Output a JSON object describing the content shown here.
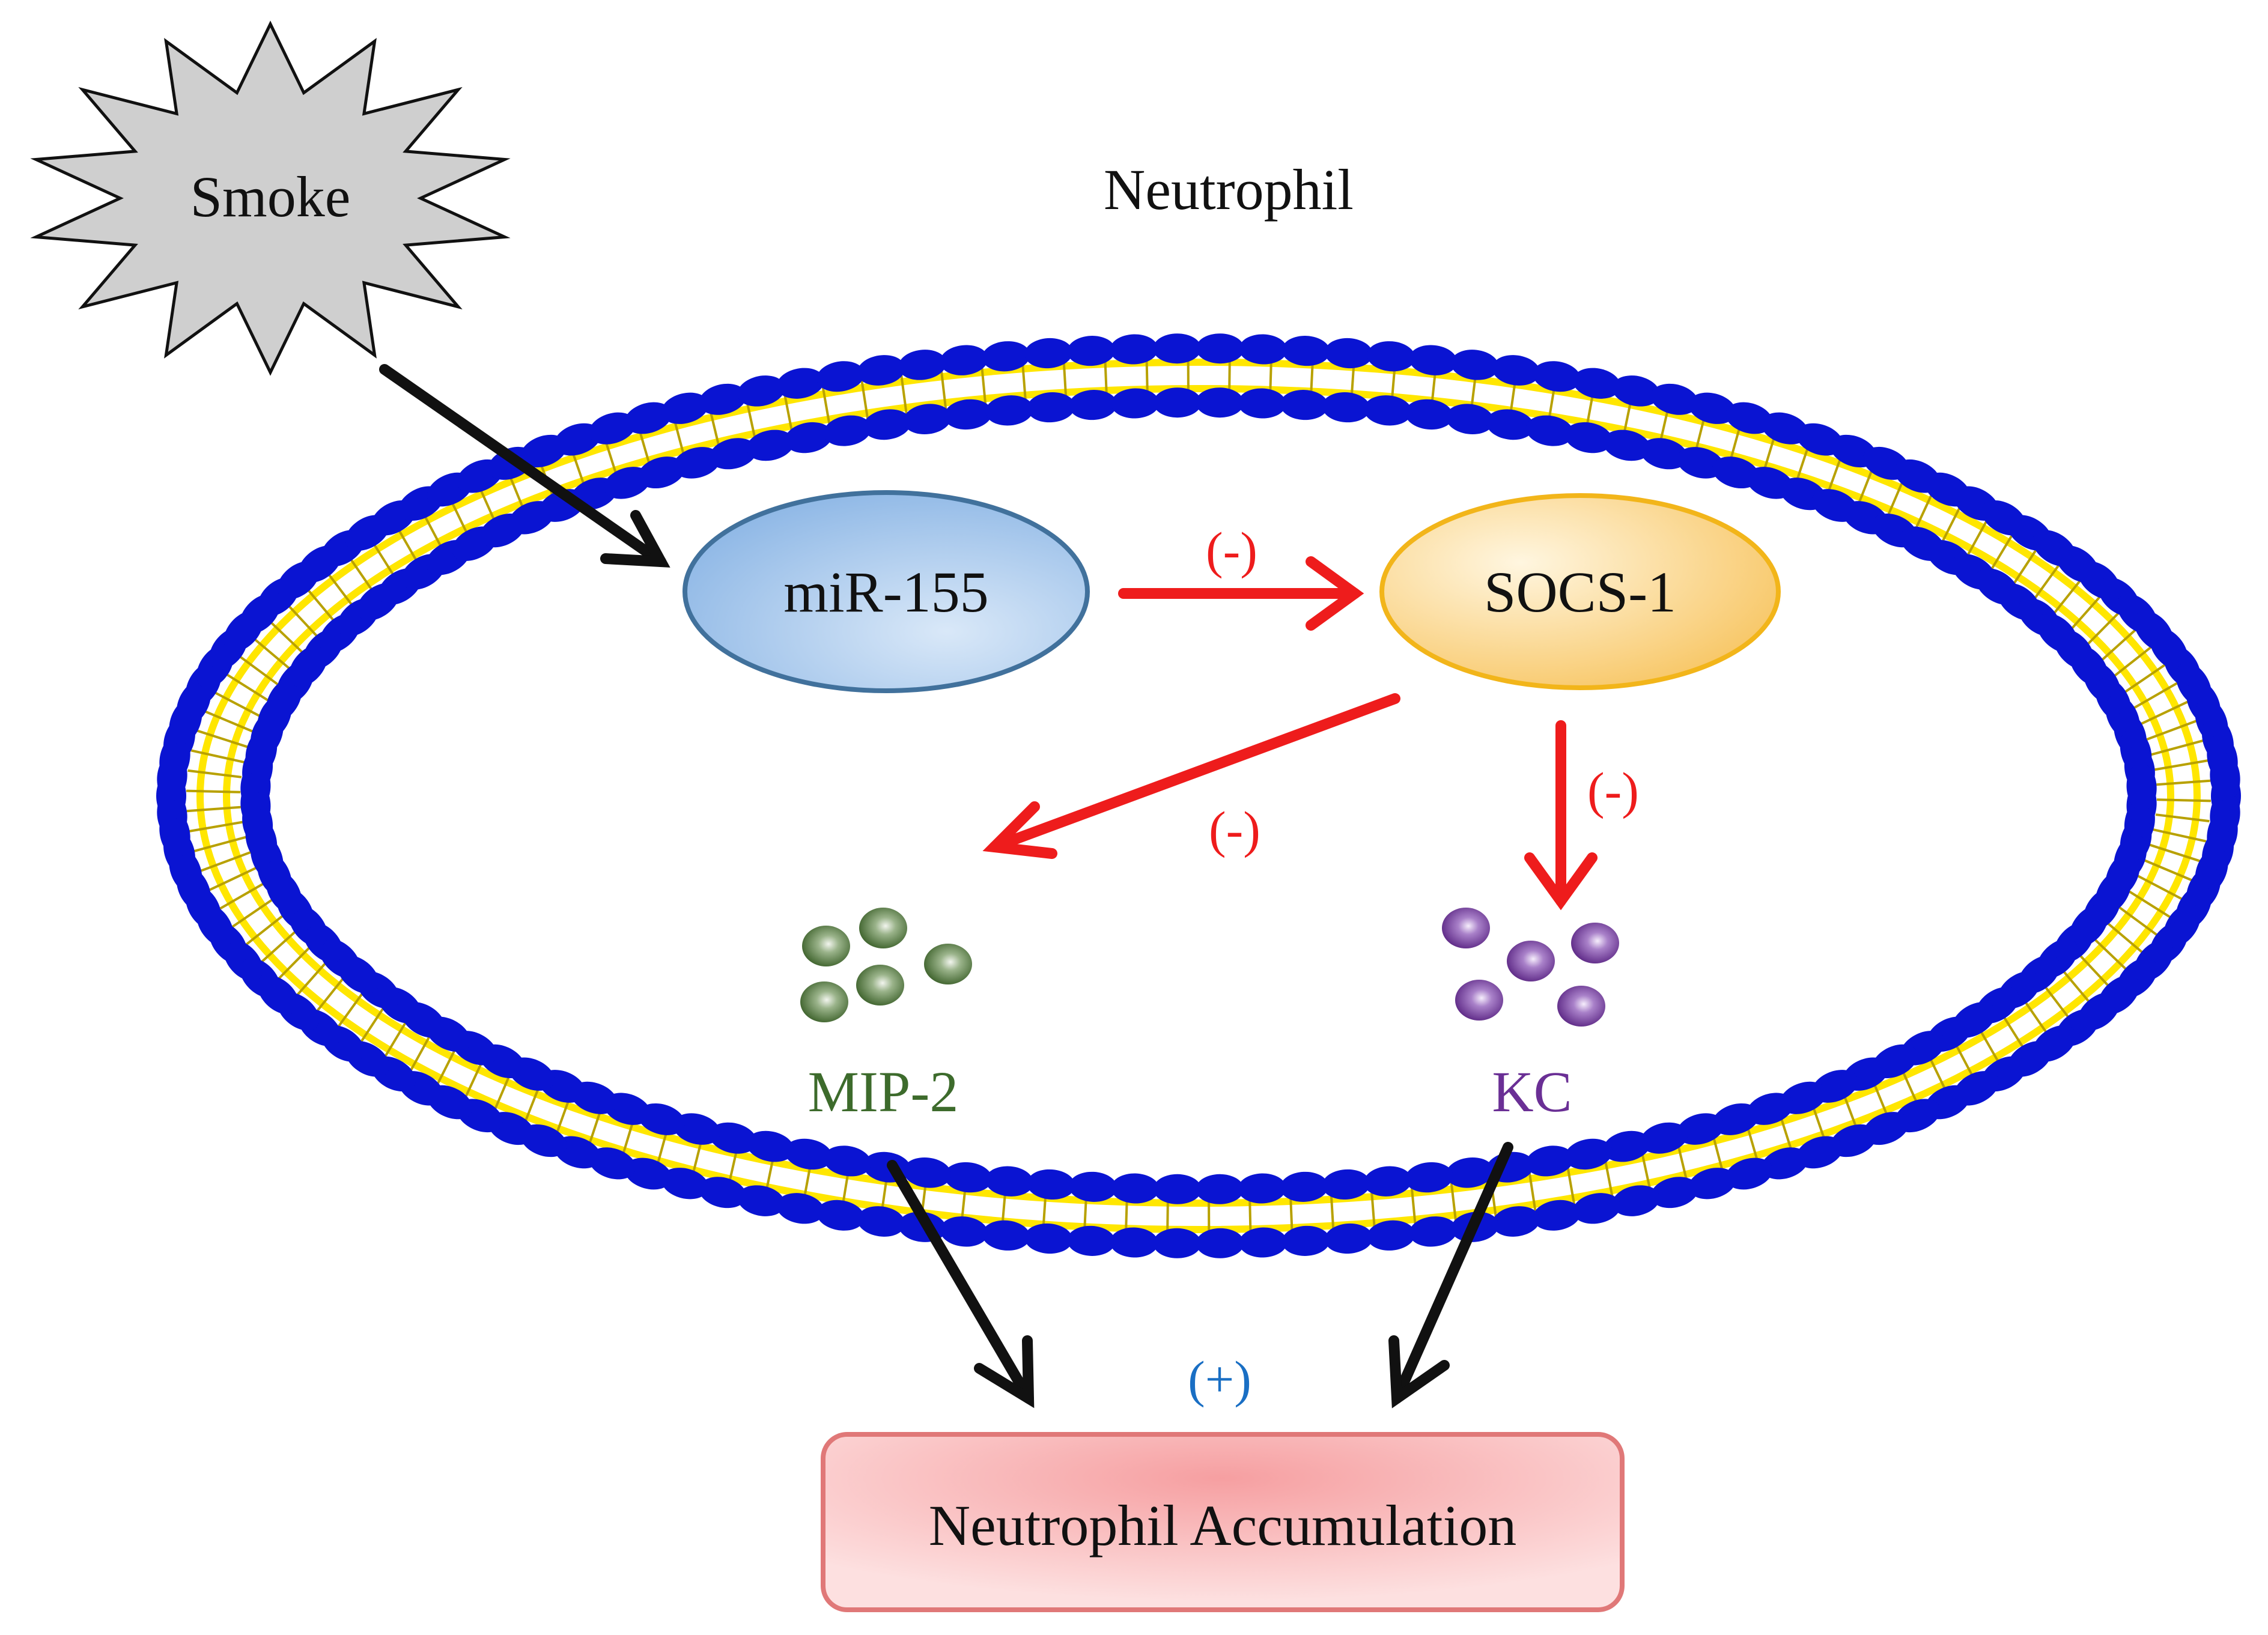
{
  "labels": {
    "cell": "Neutrophil",
    "stimulus": "Smoke",
    "mirna": "miR-155",
    "target": "SOCS-1",
    "chemokine_a": "MIP-2",
    "chemokine_b": "KC",
    "outcome": "Neutrophil Accumulation"
  },
  "signs": {
    "mir_to_socs": "(-)",
    "socs_to_mip2": "(-)",
    "socs_to_kc": "(-)",
    "chemokines_to_outcome": "(+)"
  },
  "colors": {
    "membrane_head": "#0a14d2",
    "membrane_tail": "#ffe600",
    "inhibit_arrow": "#ee1c1c",
    "activate_arrow": "#111111",
    "plus_sign": "#1a6fc4",
    "mip2": "#3d6b2c",
    "kc": "#6a2f95",
    "mirna_fill": "#a9c9ee",
    "mirna_stroke": "#41719c",
    "socs_fill": "#fbd280",
    "socs_stroke": "#f2b51a",
    "outcome_fill": "#f9b5b6",
    "outcome_stroke": "#e07878",
    "smoke_fill": "#cfcfcf"
  }
}
